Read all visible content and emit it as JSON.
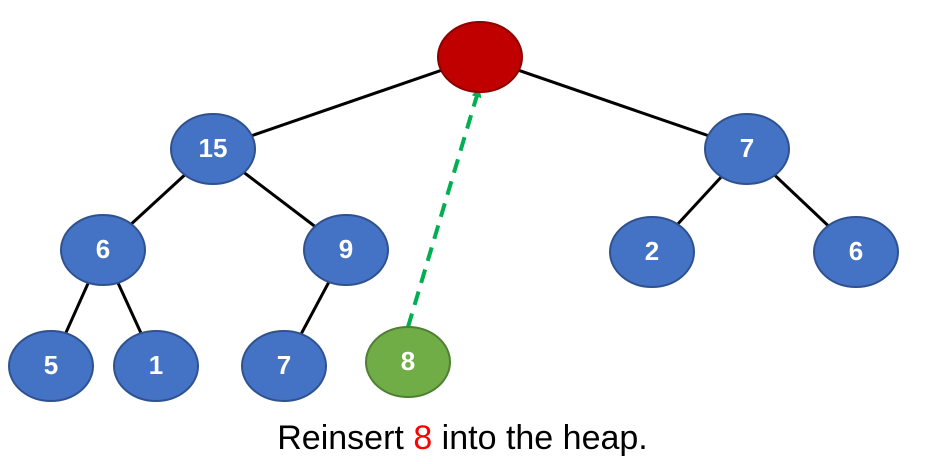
{
  "colors": {
    "node_fill": "#4472c4",
    "node_stroke": "#2f528f",
    "root_fill": "#c00000",
    "root_stroke": "#8b0000",
    "reinsert_fill": "#70ad47",
    "reinsert_stroke": "#507e32",
    "arrow": "#00b050",
    "edge": "#000000",
    "highlight": "#ff0000"
  },
  "heap": {
    "root": {
      "label": ""
    },
    "nodes": [
      {
        "id": "n15",
        "label": "15"
      },
      {
        "id": "n7a",
        "label": "7"
      },
      {
        "id": "n6a",
        "label": "6"
      },
      {
        "id": "n9",
        "label": "9"
      },
      {
        "id": "n2",
        "label": "2"
      },
      {
        "id": "n6b",
        "label": "6"
      },
      {
        "id": "n5",
        "label": "5"
      },
      {
        "id": "n1",
        "label": "1"
      },
      {
        "id": "n7b",
        "label": "7"
      }
    ],
    "edges": [
      [
        "root",
        "n15"
      ],
      [
        "root",
        "n7a"
      ],
      [
        "n15",
        "n6a"
      ],
      [
        "n15",
        "n9"
      ],
      [
        "n7a",
        "n2"
      ],
      [
        "n7a",
        "n6b"
      ],
      [
        "n6a",
        "n5"
      ],
      [
        "n6a",
        "n1"
      ],
      [
        "n9",
        "n7b"
      ]
    ],
    "reinsert_node": {
      "id": "n8",
      "label": "8"
    }
  },
  "caption": {
    "before": "Reinsert ",
    "value": "8",
    "after": " into the heap."
  }
}
